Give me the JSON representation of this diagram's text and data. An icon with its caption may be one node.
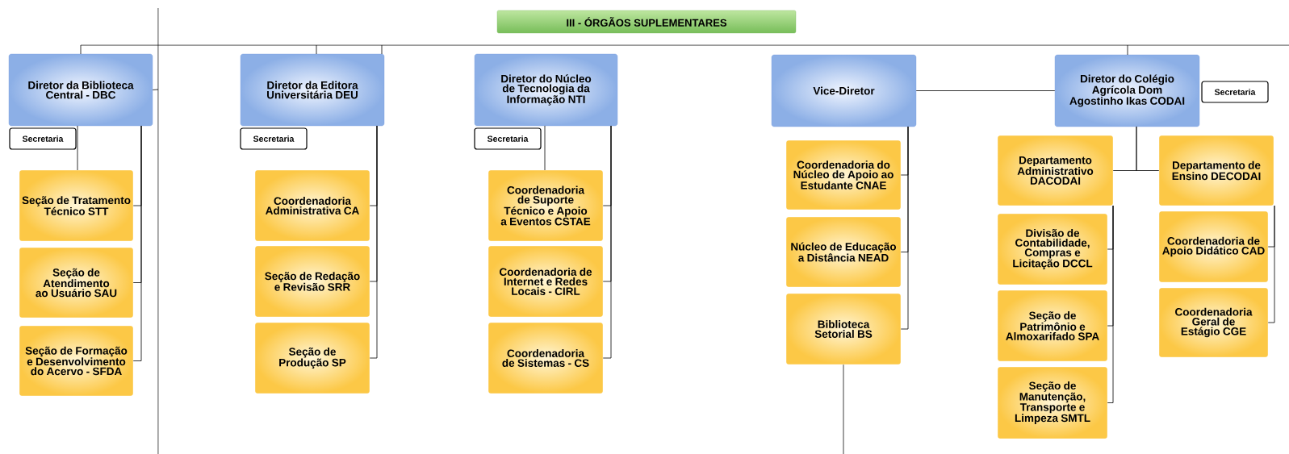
{
  "diagram": {
    "title": "III - ÓRGÃOS SUPLEMENTARES",
    "nodes": [
      {
        "text": [
          "Diretor da Biblioteca Central - DBC"
        ]
      },
      {
        "text": [
          "Secretaria"
        ]
      },
      {
        "text": [
          "Seção de Tratamento Técnico STT"
        ]
      },
      {
        "text": [
          "Seção de Atendimento ao Usuário SAU"
        ]
      },
      {
        "text": [
          "Seção de Formação e Desenvolvimento do Acervo - SFDA"
        ]
      },
      {
        "text": [
          "Diretor da Editora Universitária DEU"
        ]
      },
      {
        "text": [
          "Secretaria"
        ]
      },
      {
        "text": [
          "Coordenadoria Administrativa CA"
        ]
      },
      {
        "text": [
          "Seção de Redação e Revisão SRR"
        ]
      },
      {
        "text": [
          "Seção de Produção SP"
        ]
      },
      {
        "text": [
          "Diretor do Núcleo de Tecnologia da Informação NTI"
        ]
      },
      {
        "text": [
          "Secretaria"
        ]
      },
      {
        "text": [
          "Coordenadoria de Suporte Técnico e Apoio a Eventos CSTAE"
        ]
      },
      {
        "text": [
          "Coordenadoria de Internet e Redes Locais - CIRL"
        ]
      },
      {
        "text": [
          "Coordenadoria de Sistemas - CS"
        ]
      },
      {
        "text": [
          "Vice-Diretor"
        ]
      },
      {
        "text": [
          "Coordenadoria do Núcleo de Apoio ao Estudante CNAE"
        ]
      },
      {
        "text": [
          "Núcleo de Educação a Distância NEAD"
        ]
      },
      {
        "text": [
          "Biblioteca Setorial BS"
        ]
      },
      {
        "text": [
          "Diretor do Colégio Agrícola Dom Agostinho Ikas CODAI"
        ]
      },
      {
        "text": [
          "Secretaria"
        ]
      },
      {
        "text": [
          "Departamento Administrativo DACODAI"
        ]
      },
      {
        "text": [
          "Departamento de Ensino DECODAI"
        ]
      },
      {
        "text": [
          "Divisão de Contabilidade, Compras e Licitação DCCL"
        ]
      },
      {
        "text": [
          "Seção de Patrimônio e Almoxarifado SPA"
        ]
      },
      {
        "text": [
          "Seção de Manutenção, Transporte e Limpeza SMTL"
        ]
      },
      {
        "text": [
          "Coordenadoria de Apoio Didático CAD"
        ]
      },
      {
        "text": [
          "Coordenadoria Geral de Estágio CGE"
        ]
      }
    ],
    "edges": [
      {
        "from": null,
        "to": 0,
        "arrow": "none"
      },
      {
        "from": null,
        "to": 5,
        "arrow": "none"
      },
      {
        "from": null,
        "to": 5,
        "arrow": "none"
      },
      {
        "from": null,
        "to": 19,
        "arrow": "none"
      },
      {
        "from": 0,
        "to": null,
        "arrow": "none"
      },
      {
        "from": 0,
        "to": 2,
        "arrow": "none"
      },
      {
        "from": 0,
        "to": 2,
        "arrow": "none"
      },
      {
        "from": 0,
        "to": 3,
        "arrow": "none"
      },
      {
        "from": 0,
        "to": 4,
        "arrow": "none"
      },
      {
        "from": 5,
        "to": 7,
        "arrow": "none"
      },
      {
        "from": 5,
        "to": 8,
        "arrow": "none"
      },
      {
        "from": 5,
        "to": 9,
        "arrow": "none"
      },
      {
        "from": 10,
        "to": 12,
        "arrow": "none"
      },
      {
        "from": 10,
        "to": 12,
        "arrow": "none"
      },
      {
        "from": 10,
        "to": 13,
        "arrow": "none"
      },
      {
        "from": 10,
        "to": 14,
        "arrow": "none"
      },
      {
        "from": 15,
        "to": 16,
        "arrow": "none"
      },
      {
        "from": 15,
        "to": 17,
        "arrow": "none"
      },
      {
        "from": 15,
        "to": 18,
        "arrow": "none"
      },
      {
        "from": 15,
        "to": 19,
        "arrow": "none"
      },
      {
        "from": 18,
        "to": null,
        "arrow": "none"
      },
      {
        "from": 19,
        "to": 21,
        "arrow": "none"
      },
      {
        "from": 19,
        "to": 22,
        "arrow": "none"
      },
      {
        "from": 21,
        "to": 23,
        "arrow": "none"
      },
      {
        "from": 21,
        "to": 24,
        "arrow": "none"
      },
      {
        "from": 21,
        "to": 25,
        "arrow": "none"
      },
      {
        "from": 22,
        "to": 26,
        "arrow": "none"
      },
      {
        "from": 22,
        "to": 27,
        "arrow": "none"
      }
    ]
  }
}
